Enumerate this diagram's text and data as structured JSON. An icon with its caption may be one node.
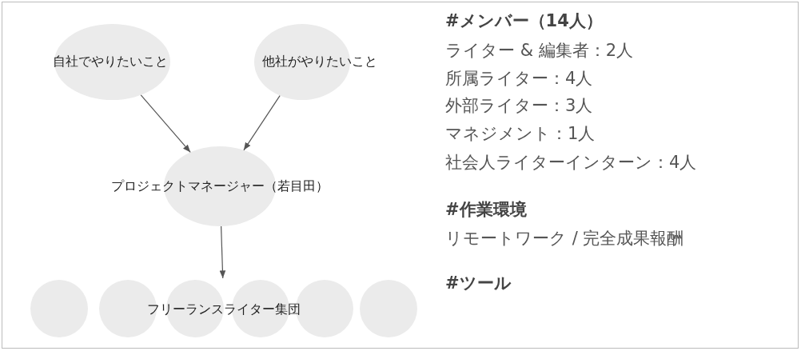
{
  "diagram": {
    "nodes": [
      {
        "text": [
          "自社でやりたいこと"
        ]
      },
      {
        "text": [
          "他社がやりたいこと"
        ]
      },
      {
        "text": [
          "プロジェクトマネージャー（若目田）"
        ]
      },
      {
        "text": [
          "フリーランスライター集団"
        ]
      },
      {
        "text": [],
        "shape": "circle",
        "in": 3
      },
      {
        "text": [],
        "shape": "circle",
        "in": 3
      },
      {
        "text": [],
        "shape": "circle",
        "in": 3
      },
      {
        "text": [],
        "shape": "circle",
        "in": 3
      },
      {
        "text": [],
        "shape": "circle",
        "in": 3
      },
      {
        "text": [],
        "shape": "circle",
        "in": 3
      }
    ],
    "edges": [
      {
        "from": 0,
        "to": 2,
        "arrow": "to"
      },
      {
        "from": 1,
        "to": 2,
        "arrow": "to"
      },
      {
        "from": 2,
        "to": 3,
        "arrow": "to"
      }
    ],
    "labels": [
      "#メンバー（14人）",
      "ライター & 編集者：2人",
      "所属ライター：4人",
      "外部ライター：3人",
      "マネジメント：1人",
      "社会人ライターインターン：4人",
      "#作業環境",
      "リモートワーク / 完全成果報酬",
      "#ツール"
    ]
  }
}
